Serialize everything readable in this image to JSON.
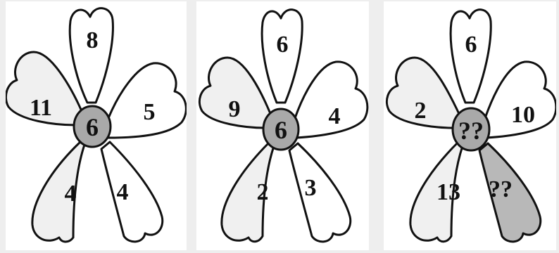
{
  "colors": {
    "petal_light": "#f0f0f0",
    "petal_white": "#ffffff",
    "petal_gray": "#b8b8b8",
    "center_gray": "#a9a9a9",
    "outline": "#111111",
    "background": "#eeeeee"
  },
  "flowers": [
    {
      "center": "6",
      "petals": {
        "top": "8",
        "upper_left": "11",
        "upper_right": "5",
        "lower_left": "4",
        "lower_right": "4"
      }
    },
    {
      "center": "6",
      "petals": {
        "top": "6",
        "upper_left": "9",
        "upper_right": "4",
        "lower_left": "2",
        "lower_right": "3"
      }
    },
    {
      "center": "??",
      "petals": {
        "top": "6",
        "upper_left": "2",
        "upper_right": "10",
        "lower_left": "13",
        "lower_right": "??"
      }
    }
  ]
}
